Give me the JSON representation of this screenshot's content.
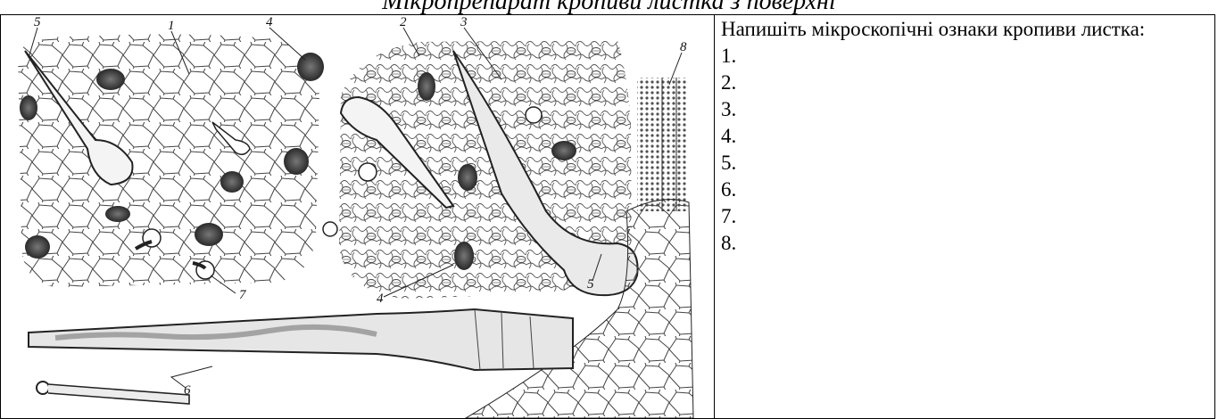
{
  "document": {
    "title": "Мікропрепарат кропиви листка з поверхні",
    "task_text": "Напишіть мікроскопічні ознаки кропиви листка:",
    "answer_items": [
      "1.",
      "2.",
      "3.",
      "4.",
      "5.",
      "6.",
      "7.",
      "8."
    ],
    "figure": {
      "callouts": [
        "1",
        "2",
        "3",
        "4",
        "4",
        "5",
        "5",
        "6",
        "7",
        "8"
      ],
      "colors": {
        "ink": "#222222",
        "gland": "#3a3a3a",
        "paper": "#ffffff"
      }
    }
  }
}
